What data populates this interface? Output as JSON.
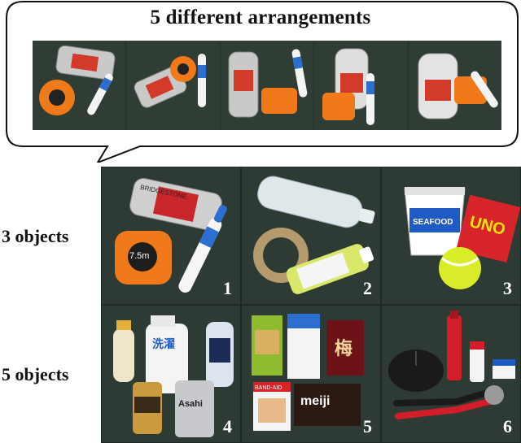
{
  "header": {
    "title": "5 different arrangements"
  },
  "rows": [
    {
      "label": "3 objects"
    },
    {
      "label": "5 objects"
    }
  ],
  "cells": [
    {
      "number": "1"
    },
    {
      "number": "2"
    },
    {
      "number": "3"
    },
    {
      "number": "4"
    },
    {
      "number": "5"
    },
    {
      "number": "6"
    }
  ],
  "product_text": {
    "tape_label": "7.5m",
    "can_brand": "BRIDGESTONE",
    "cup_brand": "SEAFOOD",
    "card_brand": "UNO",
    "bottle_text": "洗濯",
    "beer_brand": "Asahi",
    "box_brand": "meiji",
    "bandage_brand": "BAND-AID",
    "snack_text": "梅"
  },
  "colors": {
    "mat": "#2e3b34",
    "tape_orange": "#f07a1a",
    "brush_blue": "#2d6fd0",
    "marker_red": "#d21e2a"
  }
}
